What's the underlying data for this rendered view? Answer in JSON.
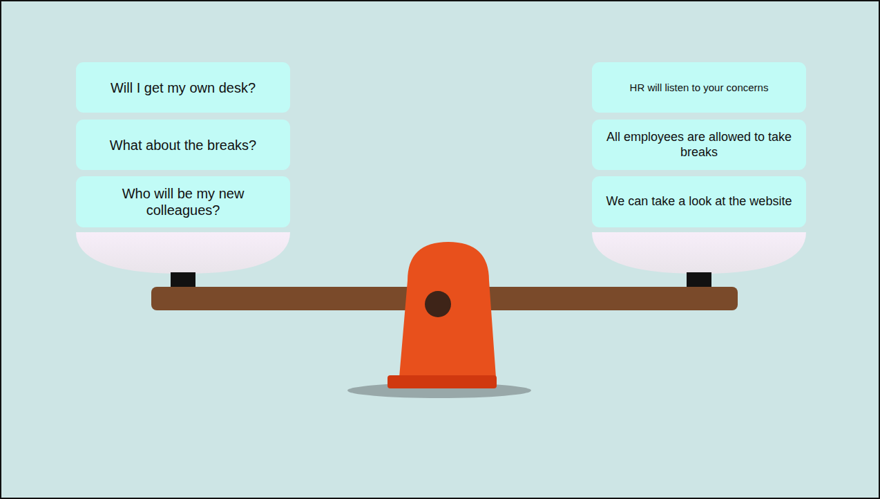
{
  "diagram": {
    "nodes": [
      {
        "text": [
          "Will I get my own desk?"
        ]
      },
      {
        "text": [
          "What about the breaks?"
        ]
      },
      {
        "text": [
          "Who will be my new colleagues?"
        ]
      },
      {
        "text": [
          "HR will listen to your concerns"
        ]
      },
      {
        "text": [
          "All employees are allowed to take breaks"
        ]
      },
      {
        "text": [
          "We can take a look at the website"
        ]
      }
    ]
  }
}
